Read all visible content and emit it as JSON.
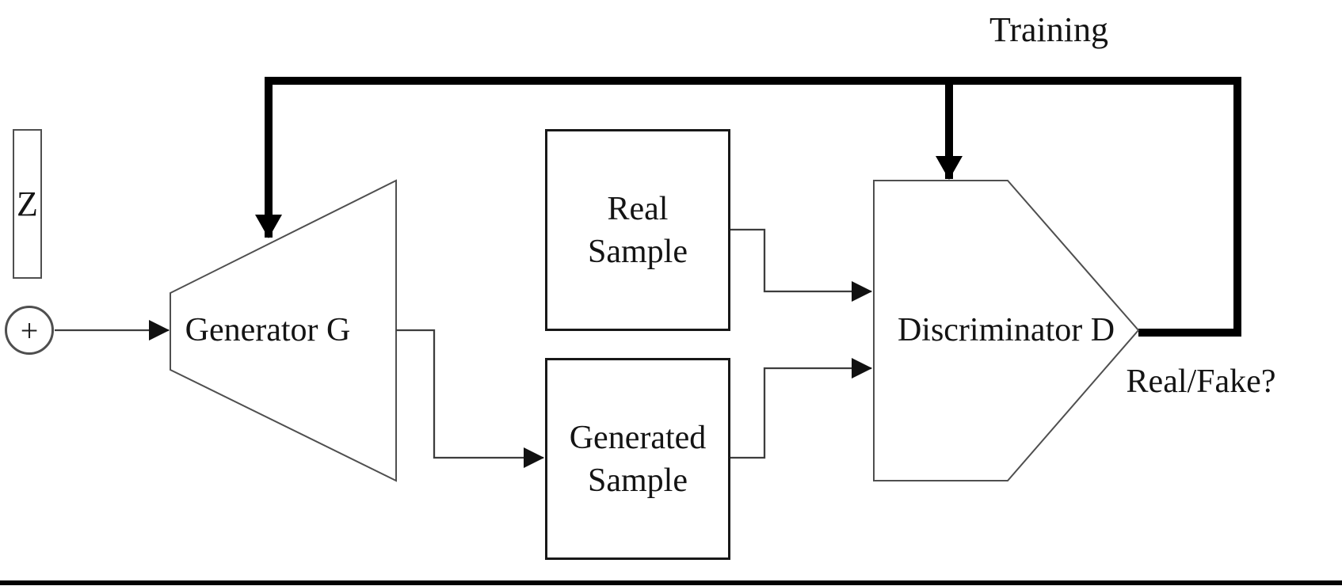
{
  "labels": {
    "training": "Training",
    "z": "Z",
    "plus": "+",
    "generator": "Generator G",
    "real_sample": "Real\nSample",
    "generated_sample": "Generated\nSample",
    "discriminator": "Discriminator D",
    "real_fake": "Real/Fake?"
  },
  "colors": {
    "background": "#ffffff",
    "thin_line": "#3d3d3d",
    "shape_outline": "#4f4f4f",
    "thick_line": "#000000",
    "text": "#141414"
  }
}
